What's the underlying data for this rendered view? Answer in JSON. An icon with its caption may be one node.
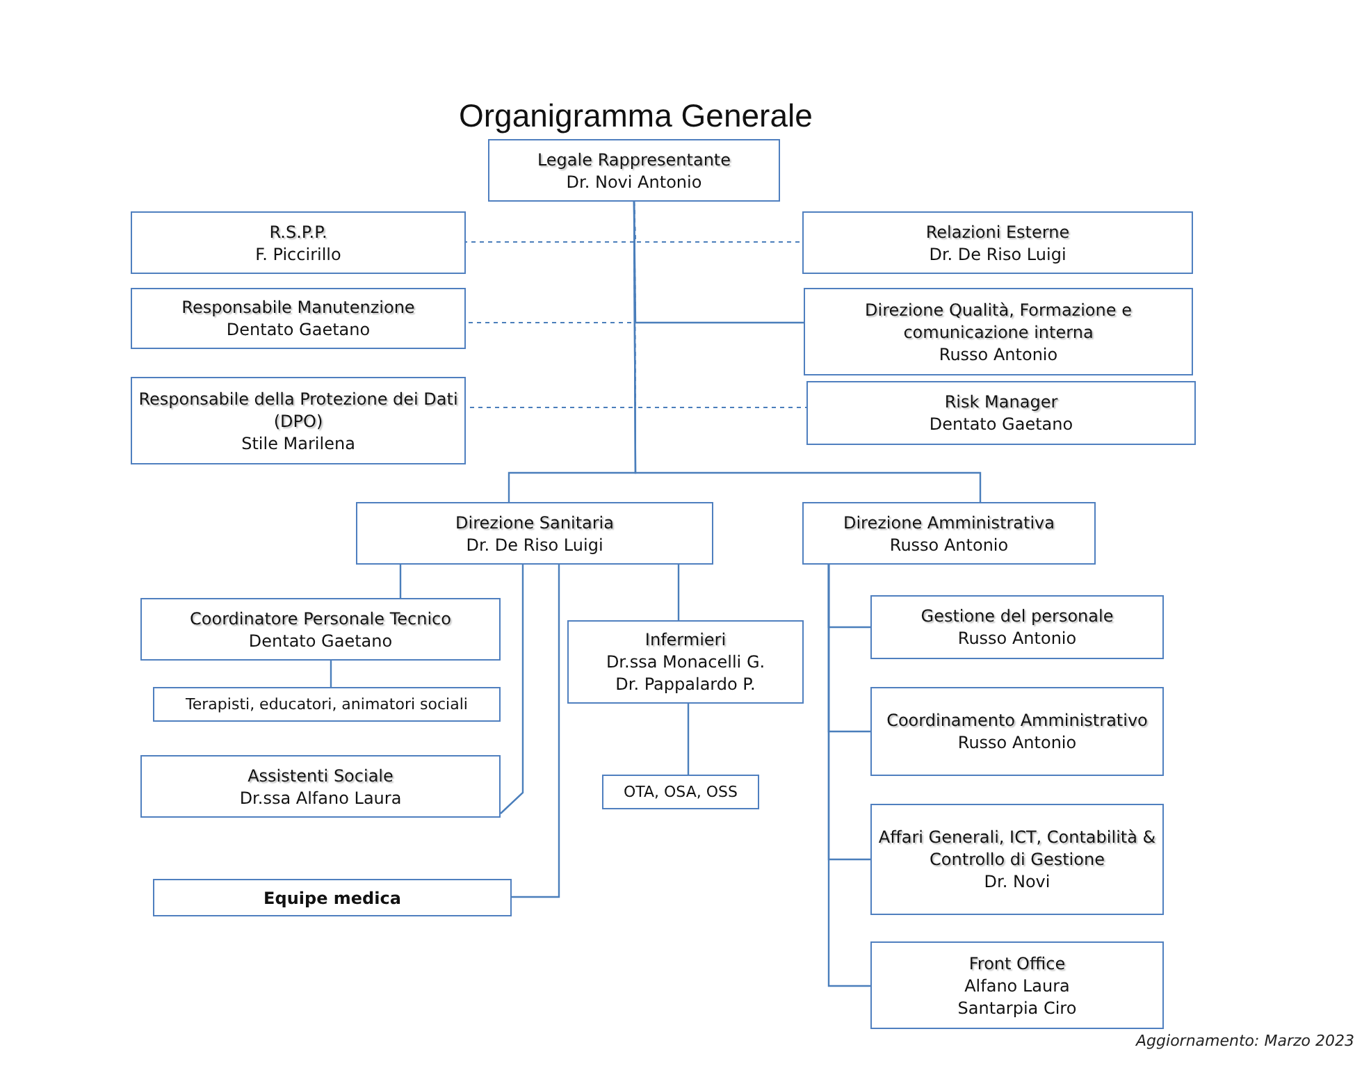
{
  "diagram": {
    "title": "Organigramma Generale",
    "nodes": [
      {
        "text": [
          "Legale Rappresentante",
          "Dr. Novi Antonio"
        ]
      },
      {
        "text": [
          "R.S.P.P.",
          "F. Piccirillo"
        ]
      },
      {
        "text": [
          "Responsabile Manutenzione",
          "Dentato Gaetano"
        ]
      },
      {
        "text": [
          "Responsabile della Protezione dei Dati (DPO)",
          "Stile Marilena"
        ]
      },
      {
        "text": [
          "Relazioni Esterne",
          "Dr. De Riso Luigi"
        ]
      },
      {
        "text": [
          "Direzione Qualità, Formazione e comunicazione interna",
          "Russo Antonio"
        ]
      },
      {
        "text": [
          "Risk Manager",
          "Dentato Gaetano"
        ]
      },
      {
        "text": [
          "Direzione Sanitaria",
          "Dr. De Riso Luigi"
        ]
      },
      {
        "text": [
          "Direzione Amministrativa",
          "Russo Antonio"
        ]
      },
      {
        "text": [
          "Coordinatore Personale Tecnico",
          "Dentato Gaetano"
        ]
      },
      {
        "text": [
          "Terapisti, educatori, animatori sociali"
        ]
      },
      {
        "text": [
          "Assistenti Sociale",
          "Dr.ssa Alfano Laura"
        ]
      },
      {
        "text": [
          "Equipe medica"
        ]
      },
      {
        "text": [
          "Infermieri",
          "Dr.ssa Monacelli G.",
          "Dr. Pappalardo P."
        ]
      },
      {
        "text": [
          "OTA, OSA, OSS"
        ]
      },
      {
        "text": [
          "Gestione del personale",
          "Russo Antonio"
        ]
      },
      {
        "text": [
          "Coordinamento Amministrativo",
          "Russo Antonio"
        ]
      },
      {
        "text": [
          "Affari Generali, ICT, Contabilità & Controllo di Gestione",
          "Dr. Novi"
        ]
      },
      {
        "text": [
          "Front Office",
          "Alfano Laura",
          "Santarpia Ciro"
        ]
      }
    ],
    "edges": [
      {
        "from": 0,
        "to": 1,
        "arrow": "none",
        "style": "dashed"
      },
      {
        "from": 0,
        "to": 4,
        "arrow": "none",
        "style": "dashed"
      },
      {
        "from": 0,
        "to": 2,
        "arrow": "none",
        "style": "dashed"
      },
      {
        "from": 0,
        "to": 5,
        "arrow": "none"
      },
      {
        "from": 0,
        "to": 3,
        "arrow": "none",
        "style": "dashed"
      },
      {
        "from": 0,
        "to": 6,
        "arrow": "none",
        "style": "dashed"
      },
      {
        "from": 0,
        "to": 7,
        "arrow": "none"
      },
      {
        "from": 0,
        "to": 8,
        "arrow": "none"
      },
      {
        "from": 7,
        "to": 9,
        "arrow": "none"
      },
      {
        "from": 9,
        "to": 10,
        "arrow": "none"
      },
      {
        "from": 7,
        "to": 11,
        "arrow": "none"
      },
      {
        "from": 7,
        "to": 12,
        "arrow": "none"
      },
      {
        "from": 7,
        "to": 13,
        "arrow": "none"
      },
      {
        "from": 13,
        "to": 14,
        "arrow": "none"
      },
      {
        "from": 8,
        "to": 15,
        "arrow": "none"
      },
      {
        "from": 8,
        "to": 16,
        "arrow": "none"
      },
      {
        "from": 8,
        "to": 17,
        "arrow": "none"
      },
      {
        "from": 8,
        "to": 18,
        "arrow": "none"
      }
    ],
    "labels": [
      "Aggiornamento: Marzo 2023"
    ]
  }
}
